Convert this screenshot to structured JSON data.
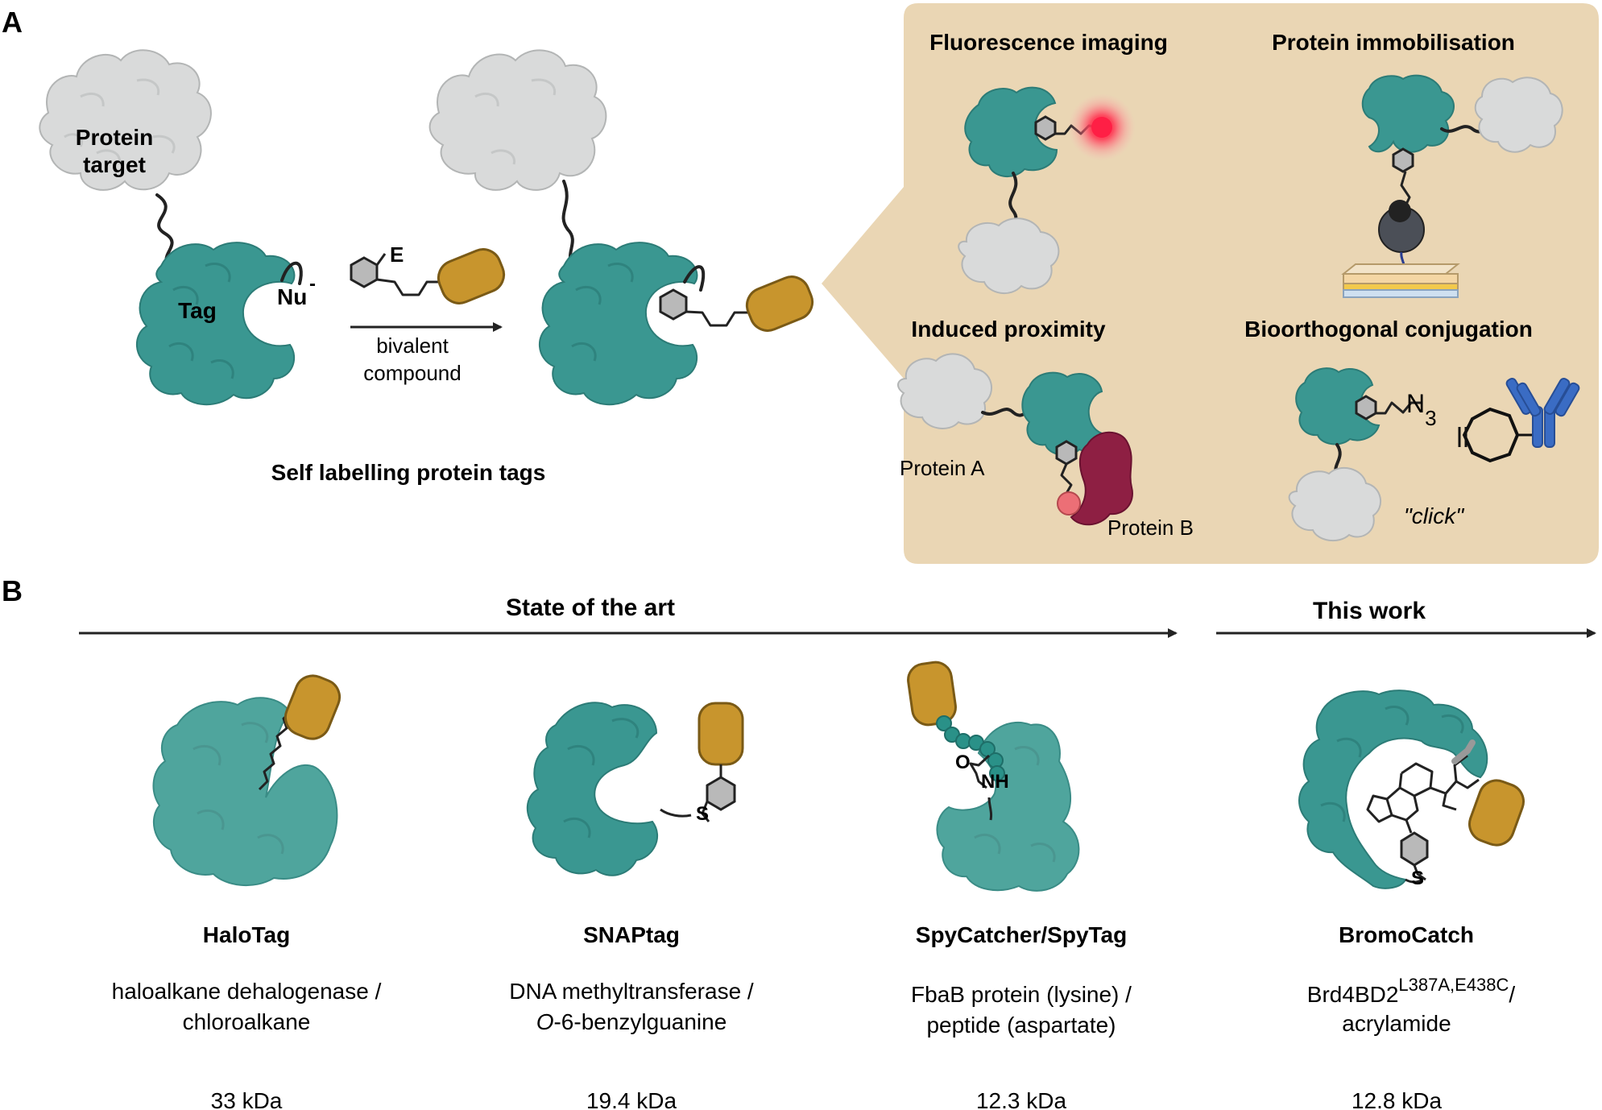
{
  "panel_a": {
    "letter": "A",
    "protein_target_line1": "Protein",
    "protein_target_line2": "target",
    "tag_label": "Tag",
    "nu_label": "Nu",
    "nu_charge": "-",
    "electrophile_label": "E",
    "arrow_line1": "bivalent",
    "arrow_line2": "compound",
    "caption": "Self labelling protein tags",
    "apps": {
      "fluorescence": "Fluorescence imaging",
      "immobilisation": "Protein immobilisation",
      "proximity": "Induced proximity",
      "bioorthogonal": "Bioorthogonal conjugation",
      "protein_a": "Protein A",
      "protein_b": "Protein B",
      "azide": "N",
      "azide_sub": "3",
      "click": "\"click\""
    },
    "colors": {
      "panel_bg": "#ead6b4",
      "teal": "#3a9791",
      "grey_protein": "#d9dada",
      "payload": "#c8952d",
      "protein_b": "#8e1f43"
    }
  },
  "panel_b": {
    "letter": "B",
    "state_label": "State of the art",
    "this_work_label": "This work",
    "tags": [
      {
        "name": "HaloTag",
        "desc1": "haloalkane dehalogenase /",
        "desc2": "chloroalkane",
        "size": "33 kDa"
      },
      {
        "name": "SNAPtag",
        "desc1": "DNA methyltransferase /",
        "desc2_italic": "O",
        "desc2": "-6-benzylguanine",
        "size": "19.4 kDa"
      },
      {
        "name": "SpyCatcher/SpyTag",
        "desc1": "FbaB protein (lysine) /",
        "desc2": "peptide (aspartate)",
        "size": "12.3 kDa"
      },
      {
        "name": "BromoCatch",
        "desc1": "Brd4BD2",
        "desc1_sup": "L387A,E438C",
        "desc1_tail": "/",
        "desc2": "acrylamide",
        "size": "12.8 kDa"
      }
    ],
    "atoms": {
      "s": "S",
      "o": "O",
      "nh": "NH"
    }
  }
}
